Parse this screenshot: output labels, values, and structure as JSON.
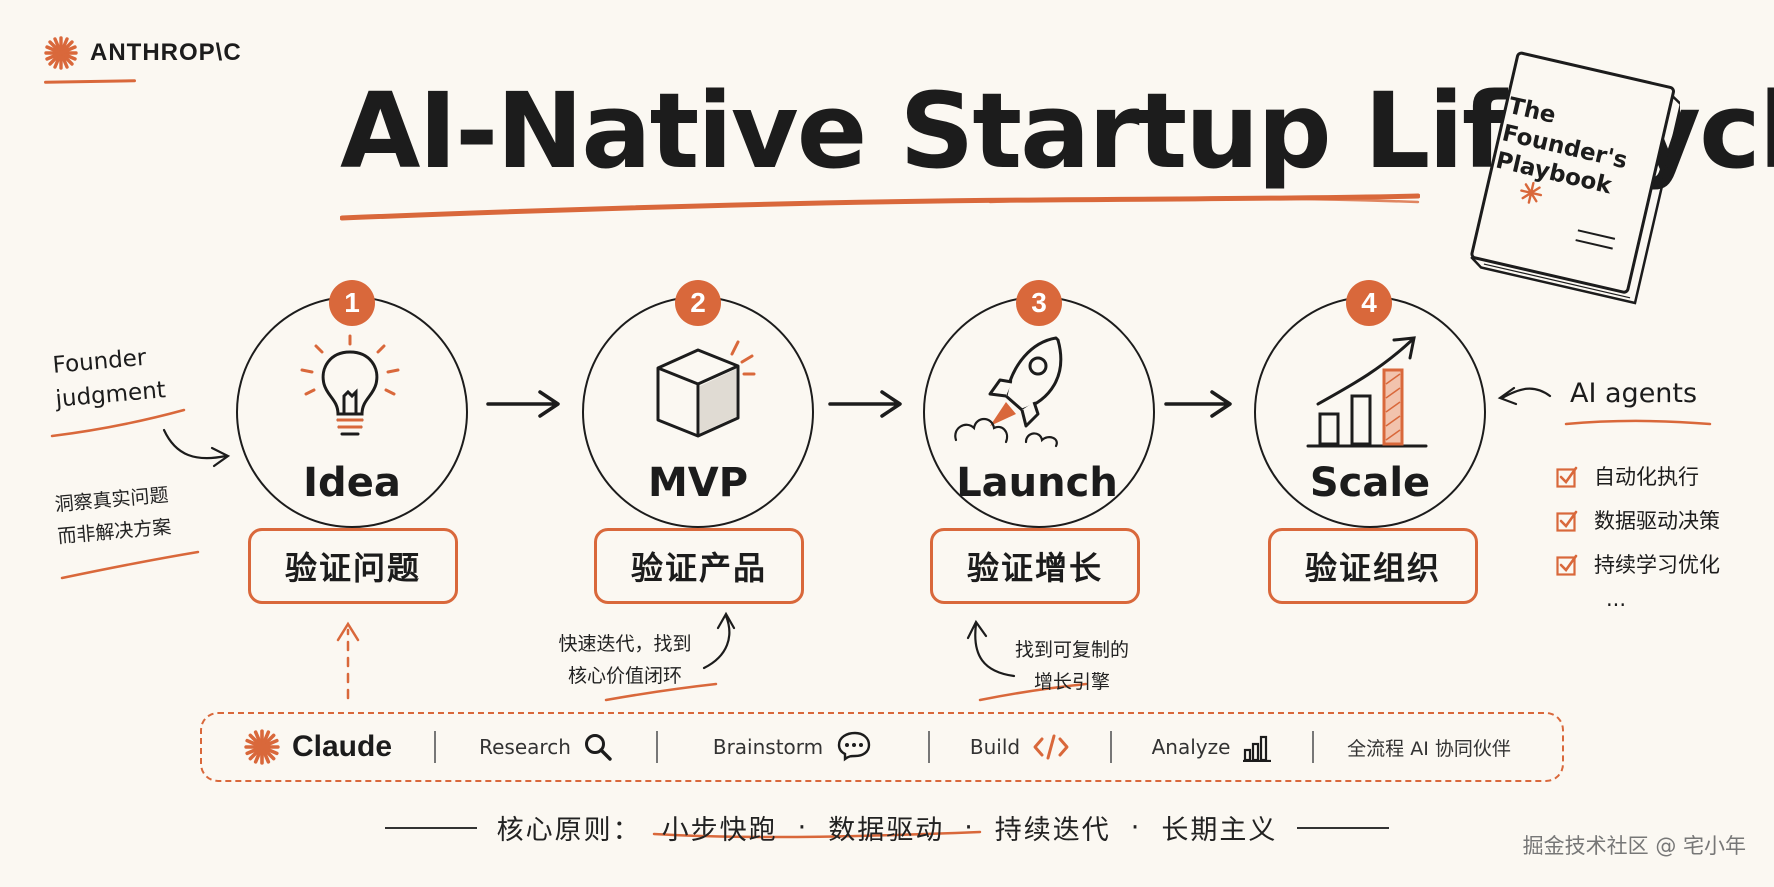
{
  "brand": {
    "logo_text": "ANTHROP\\C"
  },
  "title": "AI-Native Startup Lifecycle",
  "book": {
    "lines": [
      "The",
      "Founder's",
      "Playbook"
    ]
  },
  "left_annotation": {
    "label": [
      "Founder",
      "judgment"
    ],
    "note": [
      "洞察真实问题",
      "而非解决方案"
    ]
  },
  "right_annotation": {
    "label": "AI agents",
    "items": [
      "自动化执行",
      "数据驱动决策",
      "持续学习优化"
    ],
    "more": "..."
  },
  "stages": [
    {
      "number": "1",
      "name": "Idea",
      "pill": "验证问题",
      "icon": "lightbulb-icon"
    },
    {
      "number": "2",
      "name": "MVP",
      "pill": "验证产品",
      "icon": "cube-icon"
    },
    {
      "number": "3",
      "name": "Launch",
      "pill": "验证增长",
      "icon": "rocket-icon"
    },
    {
      "number": "4",
      "name": "Scale",
      "pill": "验证组织",
      "icon": "growth-chart-icon"
    }
  ],
  "notes": {
    "mvp": [
      "快速迭代，找到",
      "核心价值闭环"
    ],
    "launch": [
      "找到可复制的",
      "增长引擎"
    ]
  },
  "claude_bar": {
    "name": "Claude",
    "tools": [
      {
        "label": "Research",
        "icon": "search-icon"
      },
      {
        "label": "Brainstorm",
        "icon": "chat-bubble-icon"
      },
      {
        "label": "Build",
        "icon": "code-icon"
      },
      {
        "label": "Analyze",
        "icon": "bar-chart-icon"
      }
    ],
    "tagline": "全流程 AI 协同伙伴"
  },
  "principle": {
    "label": "核心原则：",
    "items": [
      "小步快跑",
      "数据驱动",
      "持续迭代",
      "长期主义"
    ],
    "separator": "·"
  },
  "watermark": "掘金技术社区 @ 宅小年",
  "colors": {
    "accent": "#d9683b",
    "ink": "#1c1c1c",
    "background": "#fbf8f2"
  }
}
